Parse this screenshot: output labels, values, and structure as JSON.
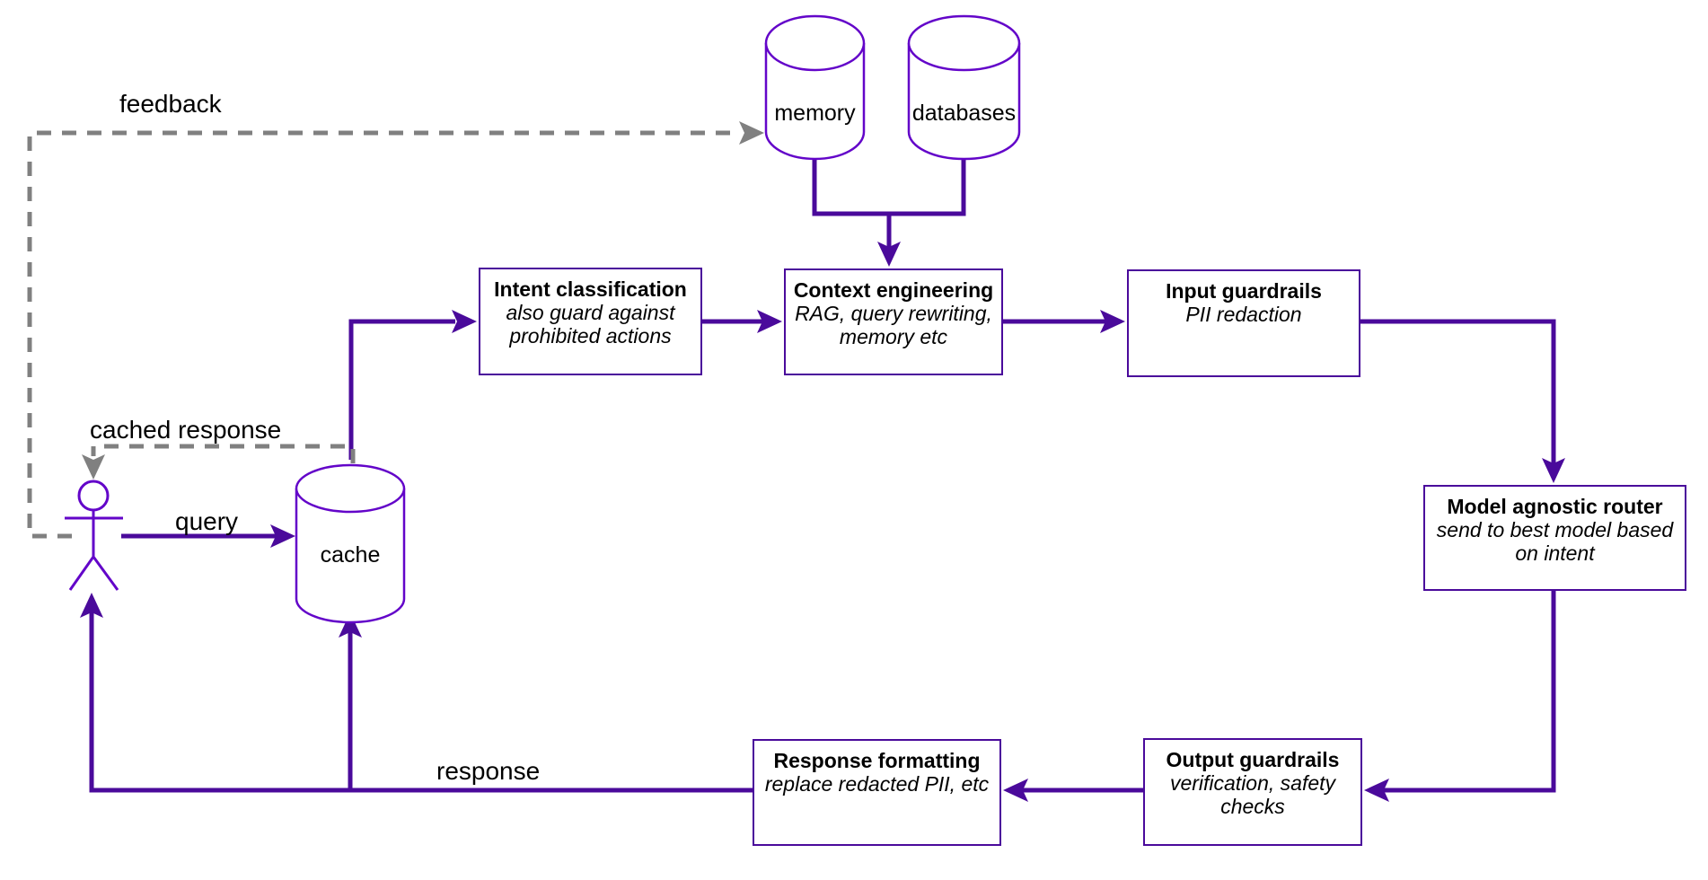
{
  "diagram": {
    "colors": {
      "line": "#4a0a9b",
      "node": "#6305c9",
      "dash": "#808080",
      "text": "#000000",
      "bg": "#ffffff"
    },
    "nodes": {
      "user": {
        "shape": "person"
      },
      "memory": {
        "shape": "cylinder",
        "label": "memory"
      },
      "databases": {
        "shape": "cylinder",
        "label": "databases"
      },
      "cache": {
        "shape": "cylinder",
        "label": "cache"
      },
      "intent": {
        "shape": "box",
        "title": "Intent classification",
        "subtitle": "also guard against\nprohibited actions"
      },
      "context": {
        "shape": "box",
        "title": "Context engineering",
        "subtitle": "RAG, query rewriting,\nmemory etc"
      },
      "input_guardrails": {
        "shape": "box",
        "title": "Input guardrails",
        "subtitle": "PII redaction"
      },
      "router": {
        "shape": "box",
        "title": "Model agnostic router",
        "subtitle": "send to best model based\non intent"
      },
      "output_guardrails": {
        "shape": "box",
        "title": "Output guardrails",
        "subtitle": "verification, safety\nchecks"
      },
      "response_formatting": {
        "shape": "box",
        "title": "Response formatting",
        "subtitle": "replace redacted PII, etc"
      }
    },
    "edges": [
      {
        "from": "user",
        "to": "cache",
        "label": "query",
        "style": "solid"
      },
      {
        "from": "cache",
        "to": "user",
        "label": "cached response",
        "style": "dashed"
      },
      {
        "from": "user",
        "to": "memory",
        "label": "feedback",
        "style": "dashed"
      },
      {
        "from": "cache",
        "to": "intent",
        "style": "solid"
      },
      {
        "from": "intent",
        "to": "context",
        "style": "solid"
      },
      {
        "from": "memory,databases",
        "to": "context",
        "style": "solid"
      },
      {
        "from": "context",
        "to": "input_guardrails",
        "style": "solid"
      },
      {
        "from": "input_guardrails",
        "to": "router",
        "style": "solid"
      },
      {
        "from": "router",
        "to": "output_guardrails",
        "style": "solid"
      },
      {
        "from": "output_guardrails",
        "to": "response_formatting",
        "style": "solid"
      },
      {
        "from": "response_formatting",
        "to": "user",
        "label": "response",
        "style": "solid"
      },
      {
        "from": "response_formatting",
        "to": "cache",
        "style": "solid"
      }
    ]
  }
}
